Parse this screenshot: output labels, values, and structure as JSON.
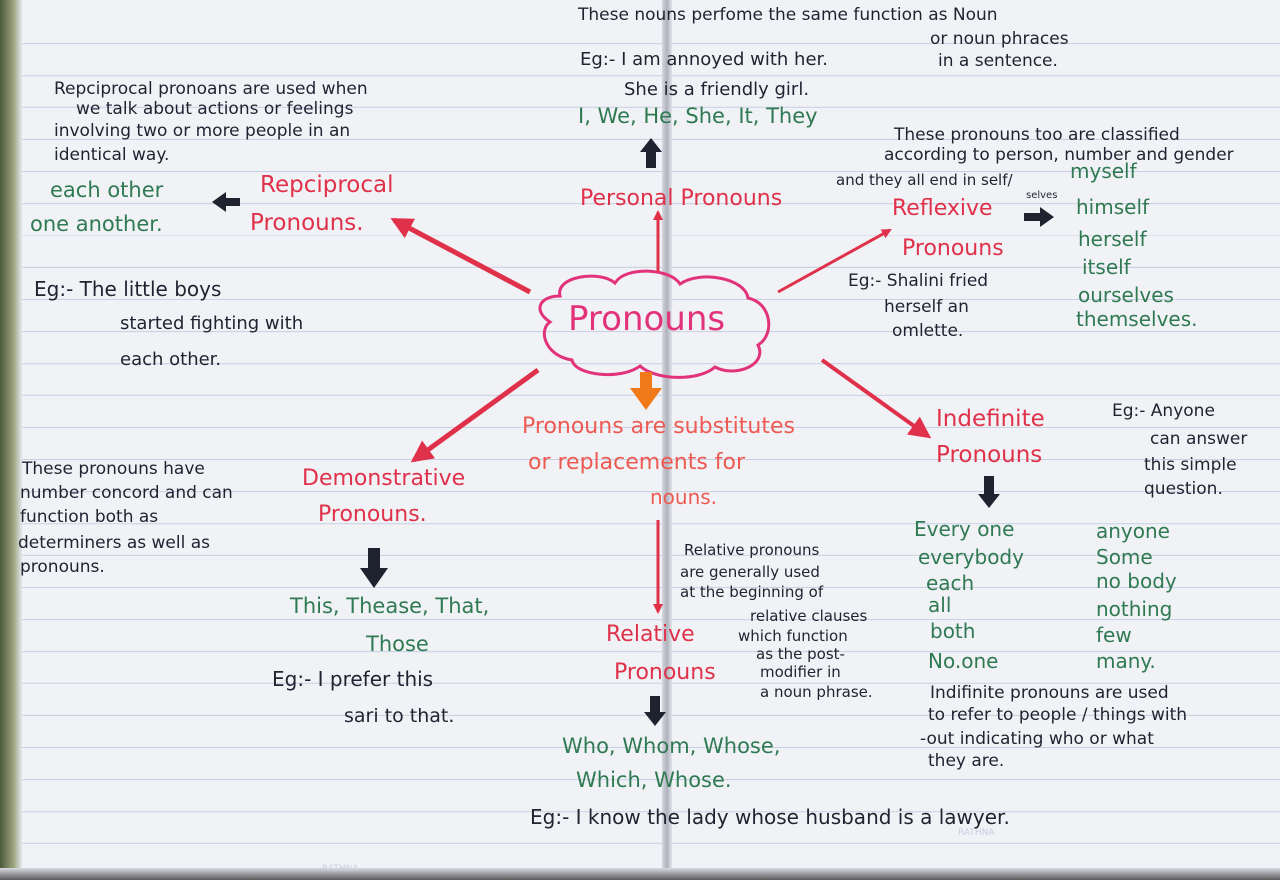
{
  "center": {
    "label": "Pronouns"
  },
  "definition": {
    "line1": "Pronouns are substitutes",
    "line2": "or replacements for",
    "line3": "nouns."
  },
  "personal": {
    "title": "Personal Pronouns",
    "desc1": "These nouns perfome the same function as Noun",
    "desc2": "or noun phraces",
    "desc3": "in a sentence.",
    "eg1": "Eg:- I am annoyed with her.",
    "eg2": "She is a friendly girl.",
    "words": "I, We, He, She, It, They"
  },
  "reciprocal": {
    "title1": "Repciprocal",
    "title2": "Pronouns.",
    "desc1": "Repciprocal pronoans are used when",
    "desc2": "we talk about actions or feelings",
    "desc3": "involving two or more people in an",
    "desc4": "identical way.",
    "word1": "each other",
    "word2": "one another.",
    "eg1": "Eg:- The little boys",
    "eg2": "started fighting with",
    "eg3": "each other."
  },
  "reflexive": {
    "title1": "Reflexive",
    "title2": "Pronouns",
    "desc1": "These pronouns too are classified",
    "desc2": "according to person, number and gender",
    "desc3": "and they all end in self/",
    "desc4": "selves",
    "words": [
      "myself",
      "himself",
      "herself",
      "itself",
      "ourselves",
      "themselves."
    ],
    "eg1": "Eg:- Shalini fried",
    "eg2": "herself an",
    "eg3": "omlette."
  },
  "demonstrative": {
    "title1": "Demonstrative",
    "title2": "Pronouns.",
    "desc1": "These pronouns have",
    "desc2": "number concord and can",
    "desc3": "function both as",
    "desc4": "determiners as well as",
    "desc5": "pronouns.",
    "words1": "This, Thease, That,",
    "words2": "Those",
    "eg1": "Eg:- I prefer this",
    "eg2": "sari to that."
  },
  "relative": {
    "title1": "Relative",
    "title2": "Pronouns",
    "desc1": "Relative pronouns",
    "desc2": "are generally used",
    "desc3": "at the beginning of",
    "desc4": "relative clauses",
    "desc5": "which function",
    "desc6": "as the post-",
    "desc7": "modifier in",
    "desc8": "a noun phrase.",
    "words1": "Who, Whom, Whose,",
    "words2": "Which, Whose.",
    "eg": "Eg:- I know the lady whose husband is a lawyer."
  },
  "indefinite": {
    "title1": "Indefinite",
    "title2": "Pronouns",
    "eg1": "Eg:- Anyone",
    "eg2": "can answer",
    "eg3": "this simple",
    "eg4": "question.",
    "words_left": [
      "Every one",
      "everybody",
      "each",
      "all",
      "both",
      "No.one"
    ],
    "words_right": [
      "anyone",
      "Some",
      "no body",
      "nothing",
      "few",
      "many."
    ],
    "desc1": "Indifinite pronouns are used",
    "desc2": "to refer to people / things with",
    "desc3": "-out indicating who or what",
    "desc4": "they are."
  },
  "watermark": "RATHNA",
  "colors": {
    "red": "#e0314a",
    "green": "#2f7a52",
    "black": "#1f2330",
    "pink": "#e2337a",
    "orange": "#f07a1a"
  }
}
